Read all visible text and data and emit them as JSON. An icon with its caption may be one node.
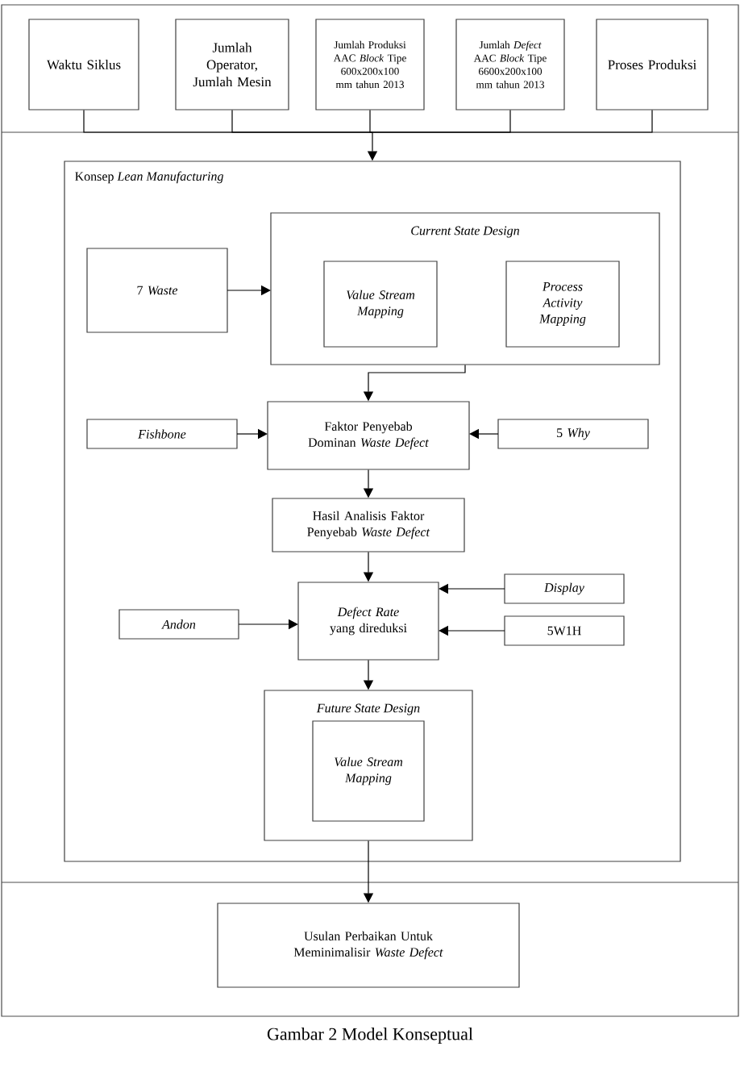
{
  "diagram": {
    "caption": "Gambar 2 Model Konseptual",
    "nodes": [
      {
        "text": [
          "Waktu Siklus"
        ]
      },
      {
        "text": [
          "Jumlah Operator, Jumlah Mesin"
        ]
      },
      {
        "text": [
          "Jumlah Produksi AAC *Block* Tipe 600x200x100 mm tahun 2013"
        ]
      },
      {
        "text": [
          "Jumlah *Defect* AAC *Block* Tipe 6600x200x100 mm tahun 2013"
        ]
      },
      {
        "text": [
          "Proses Produksi"
        ]
      },
      {
        "text": [
          "Konsep *Lean Manufacturing*"
        ]
      },
      {
        "text": [
          "7 *Waste*"
        ],
        "in": 5
      },
      {
        "text": [
          "Current State Design"
        ],
        "in": 5
      },
      {
        "text": [
          "Value Stream Mapping"
        ],
        "in": 7
      },
      {
        "text": [
          "Process Activity Mapping"
        ],
        "in": 7
      },
      {
        "text": [
          "Fishbone"
        ],
        "in": 5
      },
      {
        "text": [
          "Faktor Penyebab Dominan *Waste Defect*"
        ],
        "in": 5
      },
      {
        "text": [
          "5 *Why*"
        ],
        "in": 5
      },
      {
        "text": [
          "Hasil Analisis Faktor Penyebab *Waste Defect*"
        ],
        "in": 5
      },
      {
        "text": [
          "Andon"
        ],
        "in": 5
      },
      {
        "text": [
          "*Defect Rate* yang direduksi"
        ],
        "in": 5
      },
      {
        "text": [
          "Display"
        ],
        "in": 5
      },
      {
        "text": [
          "5W1H"
        ],
        "in": 5
      },
      {
        "text": [
          "Future State Design"
        ],
        "in": 5
      },
      {
        "text": [
          "Value Stream Mapping"
        ],
        "in": 18
      },
      {
        "text": [
          "Usulan Perbaikan Untuk Meminimalisir *Waste Defect*"
        ]
      }
    ],
    "edges": [
      {
        "from": 0,
        "to": 5,
        "arrow": "to"
      },
      {
        "from": 1,
        "to": 5,
        "arrow": "to"
      },
      {
        "from": 2,
        "to": 5,
        "arrow": "to"
      },
      {
        "from": 3,
        "to": 5,
        "arrow": "to"
      },
      {
        "from": 4,
        "to": 5,
        "arrow": "to"
      },
      {
        "from": 6,
        "to": 7,
        "arrow": "to"
      },
      {
        "from": 7,
        "to": 11,
        "arrow": "to"
      },
      {
        "from": 10,
        "to": 11,
        "arrow": "to"
      },
      {
        "from": 12,
        "to": 11,
        "arrow": "to"
      },
      {
        "from": 11,
        "to": 13,
        "arrow": "to"
      },
      {
        "from": 13,
        "to": 15,
        "arrow": "to"
      },
      {
        "from": 14,
        "to": 15,
        "arrow": "to"
      },
      {
        "from": 16,
        "to": 15,
        "arrow": "to"
      },
      {
        "from": 17,
        "to": 15,
        "arrow": "to"
      },
      {
        "from": 15,
        "to": 18,
        "arrow": "to"
      },
      {
        "from": 18,
        "to": 20,
        "arrow": "to"
      }
    ]
  }
}
